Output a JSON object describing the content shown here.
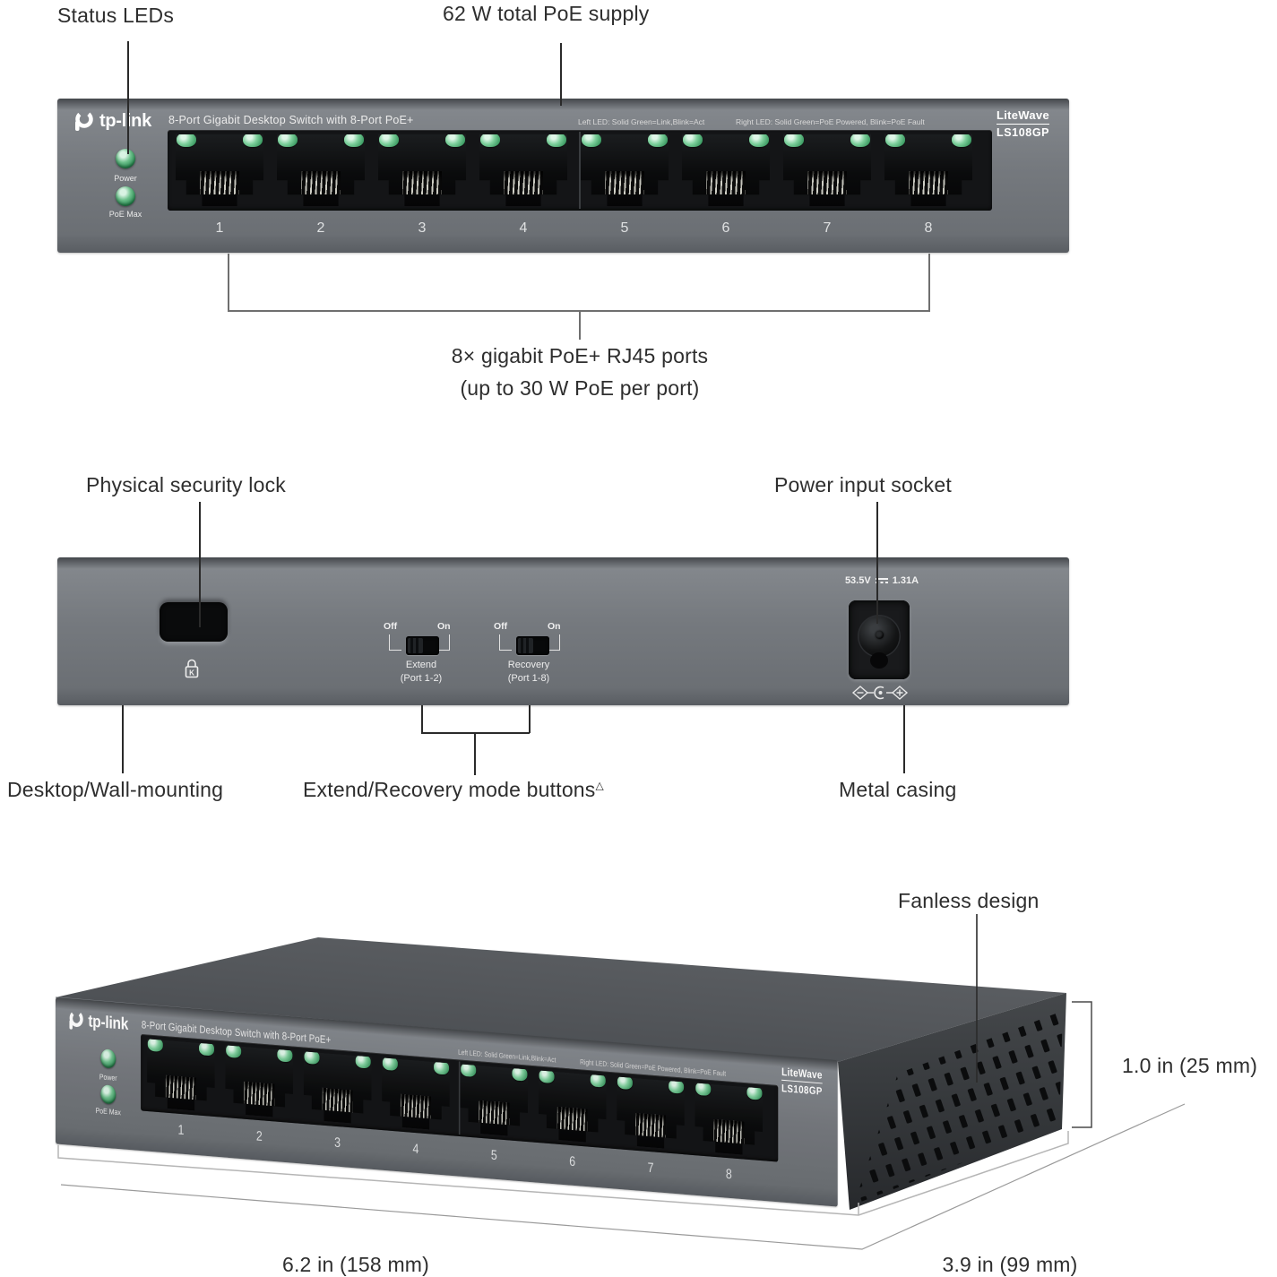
{
  "colors": {
    "led_green": "#4fae74",
    "panel_gray": "#70747a",
    "port_black": "#0a0b0c",
    "label_text": "#2e2e2e"
  },
  "brand": {
    "logo_text": "tp-link",
    "series": "LiteWave",
    "model": "LS108GP"
  },
  "front_view": {
    "callout_status_leds": "Status LEDs",
    "callout_poe_supply": "62 W total PoE supply",
    "panel_title": "8-Port Gigabit Desktop Switch with 8-Port PoE+",
    "led_legend_left": "Left LED: Solid Green=Link,Blink=Act",
    "led_legend_right": "Right LED: Solid Green=PoE Powered, Blink=PoE Fault",
    "led_labels": [
      "Power",
      "PoE Max"
    ],
    "ports": [
      "1",
      "2",
      "3",
      "4",
      "5",
      "6",
      "7",
      "8"
    ],
    "callout_ports_line1": "8× gigabit PoE+ RJ45 ports",
    "callout_ports_line2": "(up to 30 W PoE per port)"
  },
  "rear_view": {
    "callout_security_lock": "Physical security lock",
    "callout_power_socket": "Power input socket",
    "switches": [
      {
        "off_label": "Off",
        "on_label": "On",
        "name": "Extend",
        "range": "(Port 1-2)"
      },
      {
        "off_label": "Off",
        "on_label": "On",
        "name": "Recovery",
        "range": "(Port 1-8)"
      }
    ],
    "power_rating": {
      "voltage": "53.5V",
      "current": "1.31A"
    },
    "callout_mounting": "Desktop/Wall-mounting",
    "callout_mode_buttons": "Extend/Recovery mode buttons",
    "callout_mode_buttons_note": "△",
    "callout_casing": "Metal casing"
  },
  "perspective_view": {
    "callout_fanless": "Fanless design",
    "dim_height": "1.0 in (25 mm)",
    "dim_width": "6.2 in (158 mm)",
    "dim_depth": "3.9 in (99 mm)"
  }
}
